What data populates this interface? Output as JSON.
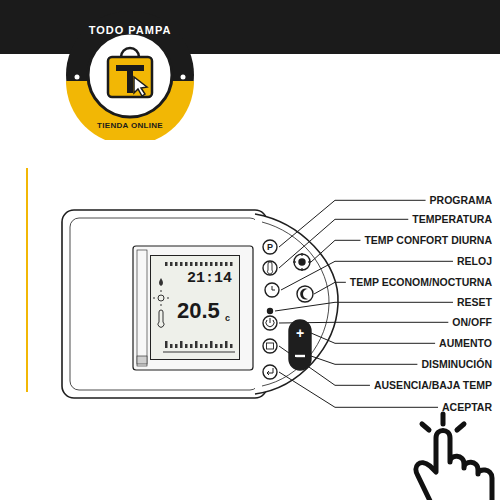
{
  "diagram": {
    "nodes": [
      {
        "text": [
          "TODO PAMPA",
          "TIENDA ONLINE"
        ]
      },
      {
        "text": [
          "21:14",
          "20.5",
          "c"
        ]
      }
    ],
    "labels": [
      "PROGRAMA",
      "TEMPERATURA",
      "TEMP CONFORT DIURNA",
      "RELOJ",
      "TEMP ECONOM/NOCTURNA",
      "RESET",
      "ON/OFF",
      "AUMENTO",
      "DISMINUCIÓN",
      "AUSENCIA/BAJA TEMP",
      "ACEPTAR",
      "P",
      "+"
    ]
  }
}
